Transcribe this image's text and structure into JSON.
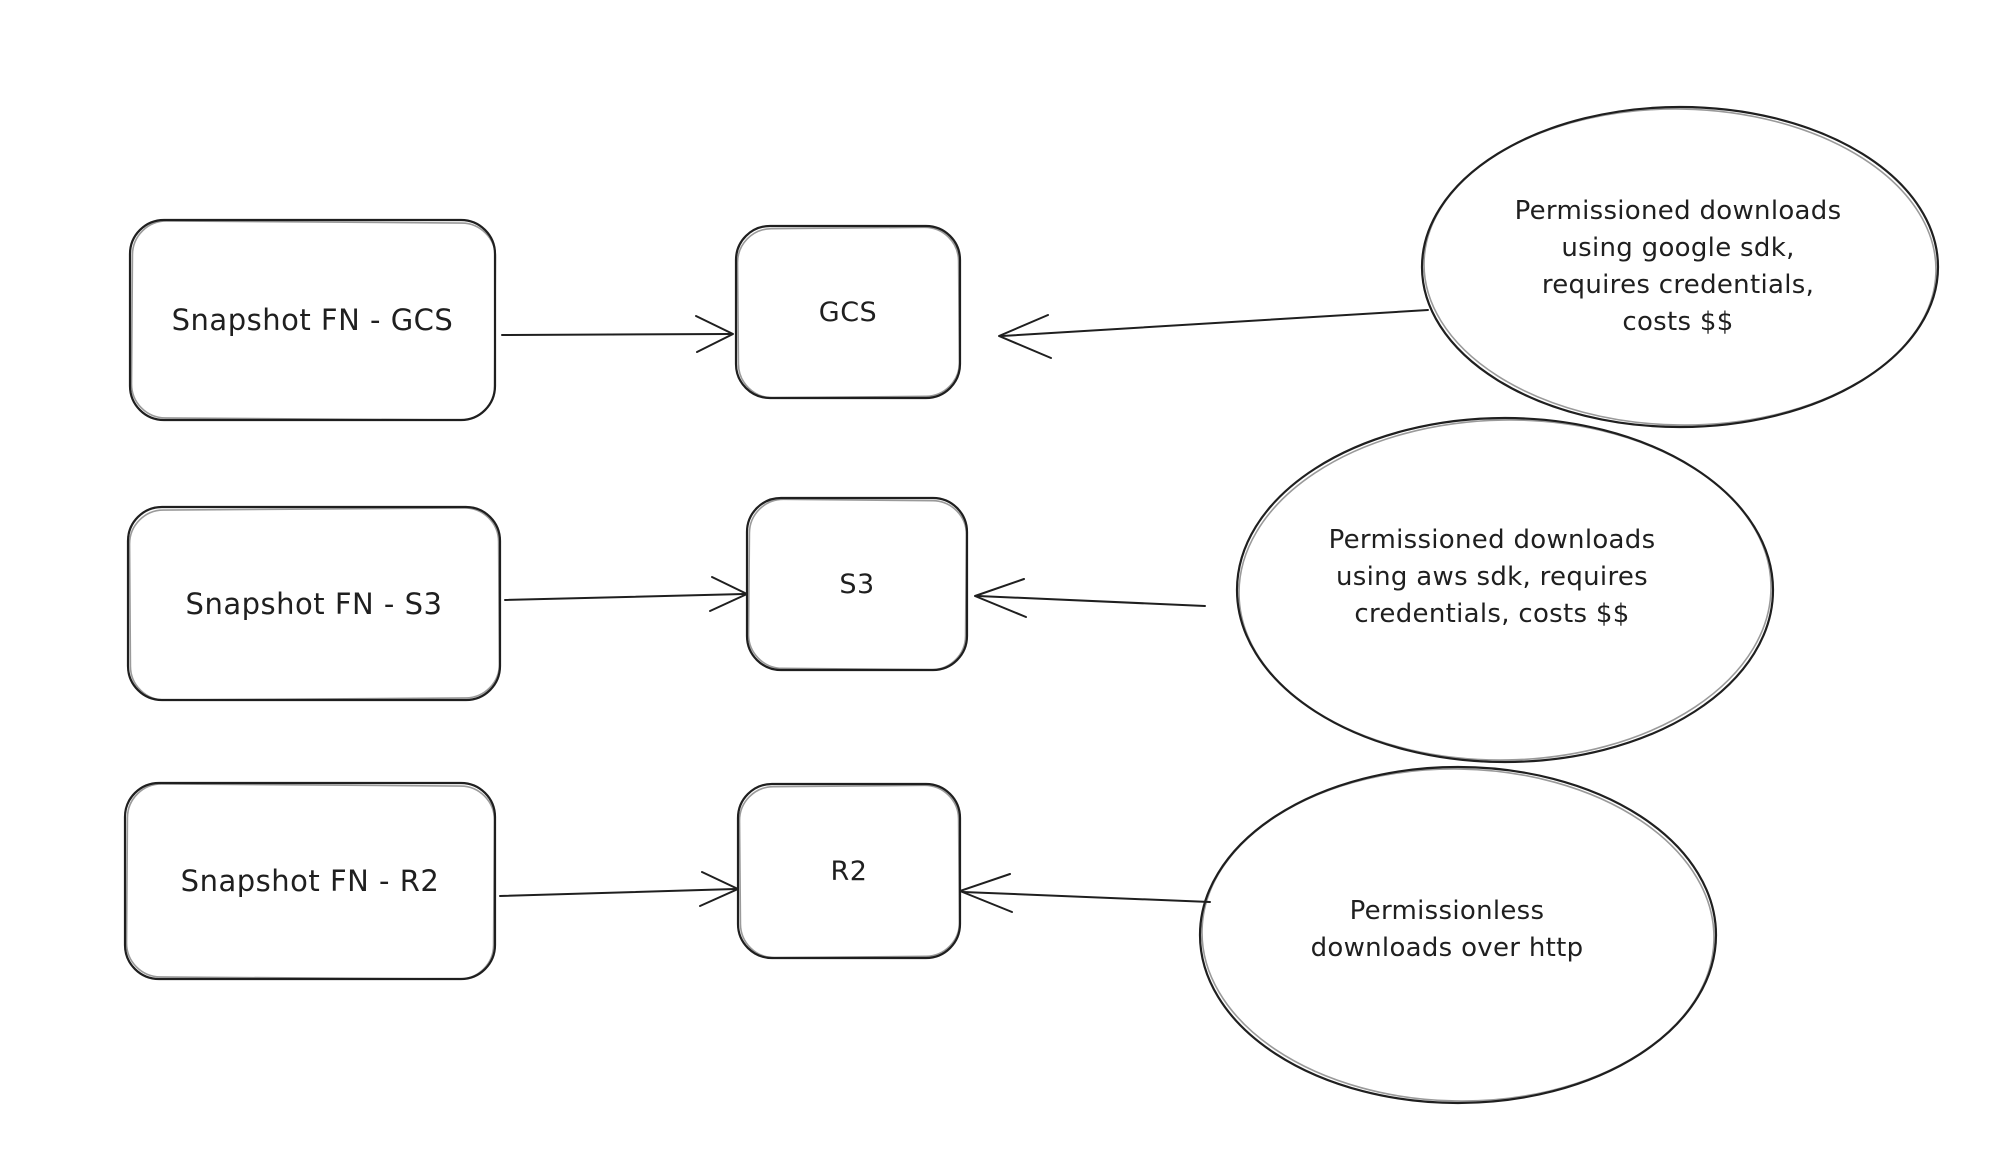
{
  "style": {
    "background": "#ffffff",
    "ink": "#1f1f1f"
  },
  "diagram": {
    "rows": [
      {
        "source_label": "Snapshot FN - GCS",
        "target_label": "GCS",
        "note": "Permissioned downloads\nusing google sdk,\nrequires credentials,\ncosts $$"
      },
      {
        "source_label": "Snapshot FN - S3",
        "target_label": "S3",
        "note": "Permissioned downloads\nusing aws sdk, requires\ncredentials, costs $$"
      },
      {
        "source_label": "Snapshot FN - R2",
        "target_label": "R2",
        "note": "Permissionless\ndownloads over http"
      }
    ]
  }
}
